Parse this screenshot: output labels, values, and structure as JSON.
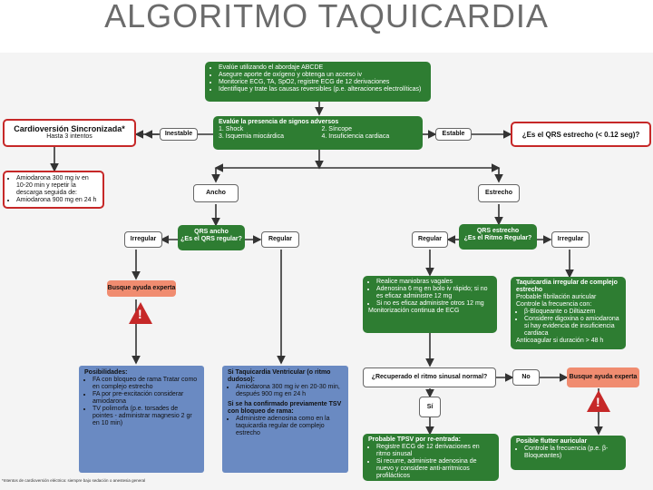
{
  "title": "ALGORITMO TAQUICARDIA",
  "top_box": {
    "items": [
      "Evalúe utilizando el abordaje ABCDE",
      "Asegure aporte de oxígeno y obtenga un acceso iv",
      "Monitorice ECG, TA, SpO2, registre ECG de 12 derivaciones",
      "Identifique y trate las causas reversibles (p.e. alteraciones electrolíticas)"
    ]
  },
  "adverse": {
    "heading": "Evalúe la presencia de signos adversos",
    "signs": [
      "1. Shock",
      "2. Síncope",
      "3. Isquemia miocárdica",
      "4. Insuficiencia cardiaca"
    ]
  },
  "cardioversion": {
    "title": "Cardioversión Sincronizada*",
    "subtitle": "Hasta 3 intentos"
  },
  "amiodarone_box": {
    "items": [
      "Amiodarona 300 mg iv en 10-20 min y repetir la descarga seguida de:",
      "Amiodarona 900 mg en 24 h"
    ]
  },
  "labels": {
    "inestable": "Inestable",
    "estable": "Estable",
    "ancho": "Ancho",
    "estrecho": "Estrecho",
    "irregular_left": "Irregular",
    "regular_left": "Regular",
    "regular_right": "Regular",
    "irregular_right": "Irregular",
    "no": "No",
    "si": "Sí"
  },
  "qrs_question": "¿Es el QRS estrecho (< 0.12 seg)?",
  "qrs_wide": {
    "line1": "QRS ancho",
    "line2": "¿Es el QRS regular?"
  },
  "qrs_narrow": {
    "line1": "QRS estrecho",
    "line2": "¿Es el Ritmo Regular?"
  },
  "expert_left": "Busque ayuda experta",
  "expert_right": "Busque ayuda experta",
  "possibilities": {
    "heading": "Posibilidades:",
    "items": [
      "FA con bloqueo de rama Tratar como en complejo estrecho",
      "FA por pre-excitación considerar amiodarona",
      "TV polimorfa (p.e. torsades de pointes - administrar magnesio 2 gr en 10 min)"
    ]
  },
  "tv_box": {
    "line1": "Si Taquicardia Ventricular (o ritmo dudoso):",
    "items": [
      "Amiodarona 300 mg iv en 20-30 min, después 900 mg en 24 h"
    ],
    "line2": "Si se ha confirmado previamente TSV con bloqueo de rama:",
    "items2": [
      "Administre adenosina como en la taquicardia regular de complejo estrecho"
    ]
  },
  "vagal_box": {
    "items": [
      "Realice maniobras vagales",
      "Adenosina 6 mg en bolo iv rápido; si no es eficaz administre 12 mg",
      "Si no es eficaz administre otros 12 mg"
    ],
    "monitor": "Monitorización continua de ECG"
  },
  "irregular_narrow": {
    "heading": "Taquicardia irregular de complejo estrecho",
    "lines": [
      "Probable fibrilación auricular",
      "Controle la frecuencia con:"
    ],
    "items": [
      "β-Bloqueante o Diltiazem",
      "Considere digoxina o amiodarona si hay evidencia de insuficiencia cardiaca"
    ],
    "footer": "Anticoagular si duración > 48 h"
  },
  "sinus_question": "¿Recuperado el ritmo sinusal normal?",
  "psvt_box": {
    "heading": "Probable TPSV por re-entrada:",
    "items": [
      "Registre ECG de 12 derivaciones en ritmo sinusal",
      "Si recurre, administre adenosina de nuevo y considere anti-arritmicos profilácticos"
    ]
  },
  "flutter_box": {
    "heading": "Posible flutter auricular",
    "items": [
      "Controle la frecuencia (p.e. β-Bloqueantes)"
    ]
  },
  "footnote": "*Intentos de cardioversión eléctrica: siempre bajo sedación o anestesia general"
}
